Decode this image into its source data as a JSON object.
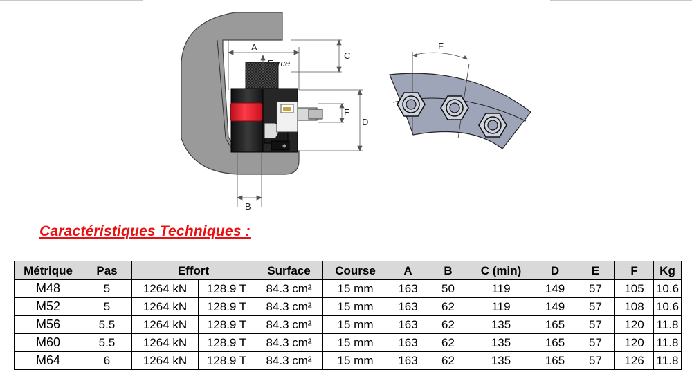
{
  "section_title": "Caractéristiques Techniques :",
  "diagram_labels": {
    "a": "A",
    "b": "B",
    "c": "C",
    "d": "D",
    "e": "E",
    "f": "F",
    "force": "Force"
  },
  "table": {
    "headers": [
      "Métrique",
      "Pas",
      "Effort",
      "Surface",
      "Course",
      "A",
      "B",
      "C (min)",
      "D",
      "E",
      "F",
      "Kg"
    ],
    "rows": [
      [
        "M48",
        "5",
        "1264 kN",
        "128.9 T",
        "84.3 cm²",
        "15 mm",
        "163",
        "50",
        "119",
        "149",
        "57",
        "105",
        "10.6"
      ],
      [
        "M52",
        "5",
        "1264 kN",
        "128.9 T",
        "84.3 cm²",
        "15 mm",
        "163",
        "62",
        "119",
        "149",
        "57",
        "108",
        "10.6"
      ],
      [
        "M56",
        "5.5",
        "1264 kN",
        "128.9 T",
        "84.3 cm²",
        "15 mm",
        "163",
        "62",
        "135",
        "165",
        "57",
        "120",
        "11.8"
      ],
      [
        "M60",
        "5.5",
        "1264 kN",
        "128.9 T",
        "84.3 cm²",
        "15 mm",
        "163",
        "62",
        "135",
        "165",
        "57",
        "120",
        "11.8"
      ],
      [
        "M64",
        "6",
        "1264 kN",
        "128.9 T",
        "84.3 cm²",
        "15 mm",
        "163",
        "62",
        "135",
        "165",
        "57",
        "126",
        "11.8"
      ]
    ]
  },
  "colors": {
    "title": "#e81010",
    "header_bg": "#d9d9d9",
    "flange": "#9a9a9a",
    "plate": "#9ea5b8",
    "tool_red": "#e8192c",
    "tool_black": "#1c1c1c"
  }
}
